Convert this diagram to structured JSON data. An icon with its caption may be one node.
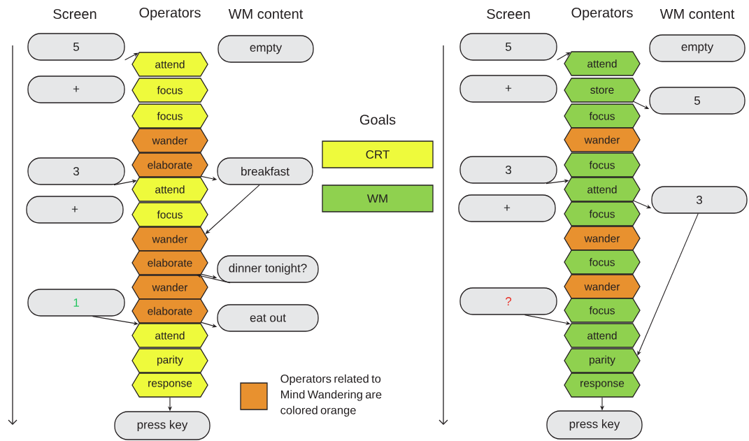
{
  "diagram": {
    "nodes": [
      {
        "text": [
          "5"
        ]
      },
      {
        "text": [
          "+"
        ]
      },
      {
        "text": [
          "3"
        ]
      },
      {
        "text": [
          "+"
        ]
      },
      {
        "text": [
          "1"
        ]
      },
      {
        "text": [
          "attend"
        ]
      },
      {
        "text": [
          "focus"
        ]
      },
      {
        "text": [
          "focus"
        ]
      },
      {
        "text": [
          "wander"
        ]
      },
      {
        "text": [
          "elaborate"
        ]
      },
      {
        "text": [
          "attend"
        ]
      },
      {
        "text": [
          "focus"
        ]
      },
      {
        "text": [
          "wander"
        ]
      },
      {
        "text": [
          "elaborate"
        ]
      },
      {
        "text": [
          "wander"
        ]
      },
      {
        "text": [
          "elaborate"
        ]
      },
      {
        "text": [
          "attend"
        ]
      },
      {
        "text": [
          "parity"
        ]
      },
      {
        "text": [
          "response"
        ]
      },
      {
        "text": [
          "press key"
        ]
      },
      {
        "text": [
          "empty"
        ]
      },
      {
        "text": [
          "breakfast"
        ]
      },
      {
        "text": [
          "dinner tonight?"
        ]
      },
      {
        "text": [
          "eat out"
        ]
      },
      {
        "text": [
          "5"
        ]
      },
      {
        "text": [
          "+"
        ]
      },
      {
        "text": [
          "3"
        ]
      },
      {
        "text": [
          "+"
        ]
      },
      {
        "text": [
          "?"
        ]
      },
      {
        "text": [
          "attend"
        ]
      },
      {
        "text": [
          "store"
        ]
      },
      {
        "text": [
          "focus"
        ]
      },
      {
        "text": [
          "wander"
        ]
      },
      {
        "text": [
          "focus"
        ]
      },
      {
        "text": [
          "attend"
        ]
      },
      {
        "text": [
          "focus"
        ]
      },
      {
        "text": [
          "wander"
        ]
      },
      {
        "text": [
          "focus"
        ]
      },
      {
        "text": [
          "wander"
        ]
      },
      {
        "text": [
          "focus"
        ]
      },
      {
        "text": [
          "attend"
        ]
      },
      {
        "text": [
          "parity"
        ]
      },
      {
        "text": [
          "response"
        ]
      },
      {
        "text": [
          "press key"
        ]
      },
      {
        "text": [
          "empty"
        ]
      },
      {
        "text": [
          "5"
        ]
      },
      {
        "text": [
          "3"
        ]
      }
    ],
    "edges": [
      {
        "from": 0,
        "to": 5,
        "arrow": "to"
      },
      {
        "from": 9,
        "to": 21,
        "arrow": "to"
      },
      {
        "from": 2,
        "to": 10,
        "arrow": "to"
      },
      {
        "from": 21,
        "to": 12,
        "arrow": "to"
      },
      {
        "from": 13,
        "to": 22,
        "arrow": "to"
      },
      {
        "from": 22,
        "to": 14,
        "arrow": "to"
      },
      {
        "from": 15,
        "to": 23,
        "arrow": "to"
      },
      {
        "from": 4,
        "to": 16,
        "arrow": "to"
      },
      {
        "from": 18,
        "to": 19,
        "arrow": "to"
      },
      {
        "from": 24,
        "to": 29,
        "arrow": "to"
      },
      {
        "from": 30,
        "to": 45,
        "arrow": "to"
      },
      {
        "from": 26,
        "to": 34,
        "arrow": "to"
      },
      {
        "from": 34,
        "to": 46,
        "arrow": "to"
      },
      {
        "from": 46,
        "to": 41,
        "arrow": "to"
      },
      {
        "from": 28,
        "to": 40,
        "arrow": "to"
      },
      {
        "from": 42,
        "to": 43,
        "arrow": "to"
      }
    ],
    "labels": [
      "Screen",
      "Operators",
      "WM content",
      "Goals",
      "Screen",
      "Operators",
      "WM content"
    ],
    "legend": [
      {
        "text": "CRT",
        "color": "#eefa3c"
      },
      {
        "text": "WM",
        "color": "#8fd14f"
      },
      {
        "text": "Operators related to Mind Wandering are colored orange",
        "color": "#e8912f"
      }
    ]
  }
}
